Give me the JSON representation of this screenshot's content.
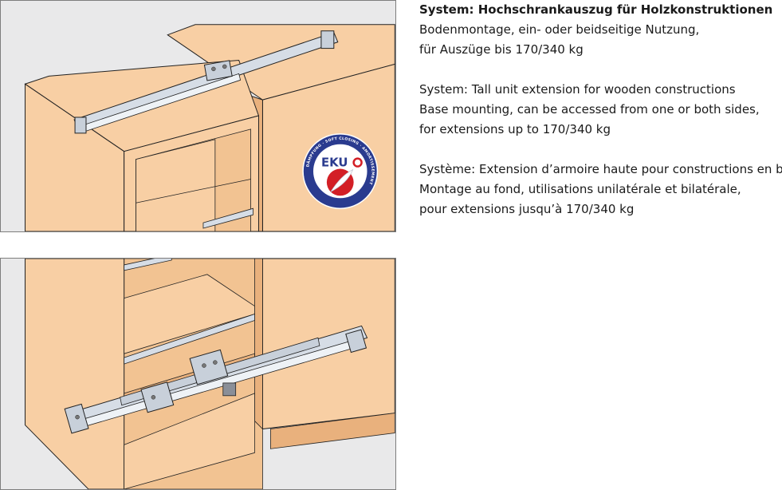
{
  "heading": "System: Hochschrankauszug für Holzkonstruktionen",
  "german": {
    "line1": "Bodenmontage, ein- oder beidseitige Nutzung,",
    "line2": "für Auszüge bis 170/340 kg"
  },
  "english": {
    "line1": "System: Tall unit extension for wooden constructions",
    "line2": "Base mounting, can be accessed from one or both sides,",
    "line3": "for extensions up to 170/340 kg"
  },
  "french": {
    "line1": "Système: Extension d’armoire haute pour constructions en bois",
    "line2": "Montage au fond, utilisations unilatérale et bilatérale,",
    "line3": "pour extensions jusqu’à 170/340 kg"
  },
  "badge": {
    "logo": "EKU",
    "arc": "DÄMPFUNG · SOFT CLOSING · AMORTISSEMENT"
  },
  "colors": {
    "wood": "#f8cfa4",
    "wood_dark": "#e9b17d",
    "wood_shadow": "#f2c392",
    "panel_bg": "#e9e9ea",
    "badge_navy": "#2a3b8f",
    "badge_red": "#d31f26",
    "rail": "#d6dde6"
  }
}
